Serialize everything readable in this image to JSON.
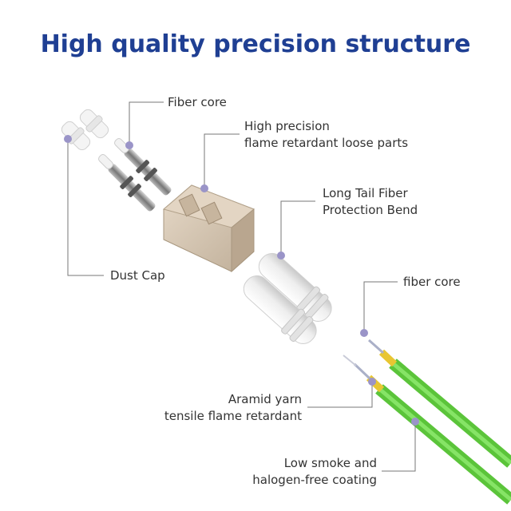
{
  "title": "High quality precision structure",
  "labels": {
    "fiber_core_top": "Fiber core",
    "loose_parts_1": "High precision",
    "loose_parts_2": "flame retardant loose parts",
    "long_tail_1": "Long Tail Fiber",
    "long_tail_2": "Protection Bend",
    "dust_cap": "Dust Cap",
    "fiber_core_right": "fiber core",
    "aramid_1": "Aramid yarn",
    "aramid_2": "tensile flame retardant",
    "coating_1": "Low smoke and",
    "coating_2": "halogen-free coating"
  },
  "colors": {
    "title": "#1f3f93",
    "cable_green": "#6dd64a",
    "connector_beige": "#d9cab7",
    "boot_white": "#f3f3f3",
    "aramid_yellow": "#e8c632",
    "marker_dot": "#9a94c8",
    "leader_line": "#777777"
  }
}
